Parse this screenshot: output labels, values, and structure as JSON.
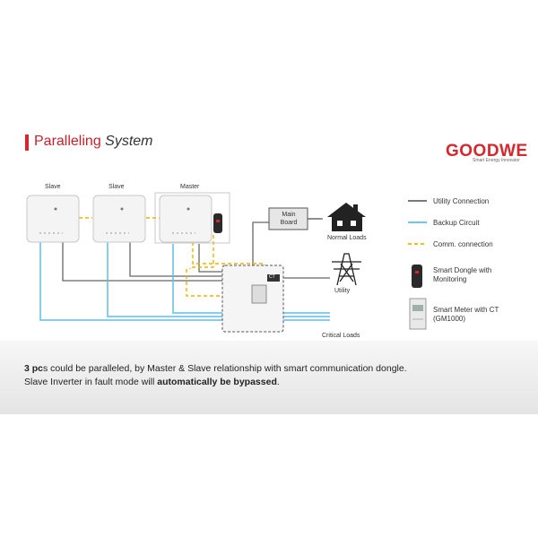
{
  "slide": {
    "title_main": "Paralleling ",
    "title_italic": "System",
    "logo": "GOODWE",
    "tagline": "Smart Energy Innovator"
  },
  "diagram": {
    "slave1_label": "Slave",
    "slave2_label": "Slave",
    "master_label": "Master",
    "main_board_line1": "Main",
    "main_board_line2": "Board",
    "normal_loads": "Normal Loads",
    "utility": "Utility",
    "critical_loads": "Critical Loads",
    "ct_label": "CT"
  },
  "legend": {
    "utility_connection": "Utility Connection",
    "backup_circuit": "Backup Circuit",
    "comm_connection": "Comm. connection",
    "smart_dongle_line1": "Smart Dongle with",
    "smart_dongle_line2": "Monitoring",
    "smart_meter_line1": "Smart Meter with CT",
    "smart_meter_line2": "(GM1000)"
  },
  "caption": {
    "line1_bold": "3 pc",
    "line1_rest": "s could be paralleled, by Master & Slave relationship with smart communication dongle.",
    "line2_start": "Slave Inverter in fault mode will ",
    "line2_bold": "automatically be bypassed",
    "line2_end": "."
  },
  "colors": {
    "utility": "#666666",
    "backup": "#5bc0e6",
    "comm": "#f0b400",
    "accent": "#d7262e"
  }
}
